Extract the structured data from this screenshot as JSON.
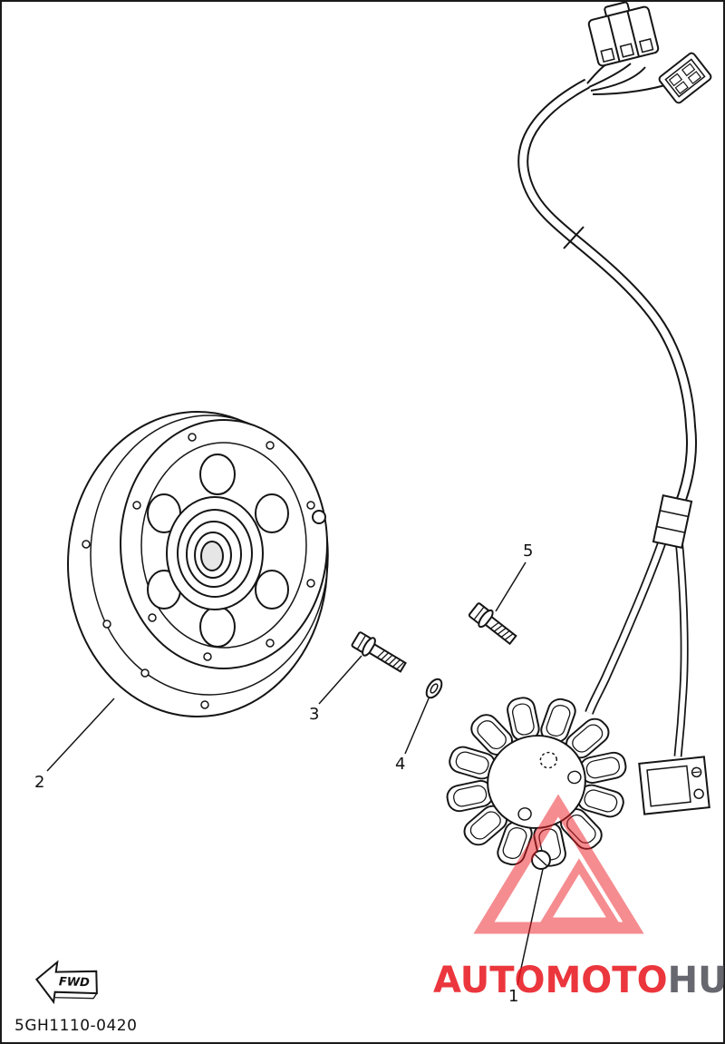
{
  "diagram": {
    "part_code": "5GH1110-0420",
    "fwd_label": "FWD",
    "callouts": {
      "c1": "1",
      "c2": "2",
      "c3": "3",
      "c4": "4",
      "c5": "5"
    }
  },
  "watermark": {
    "brand_primary": "AUTOMOTO",
    "brand_secondary": "HUB",
    "primary_color": "#e8141c",
    "secondary_color": "#4d4d57"
  }
}
